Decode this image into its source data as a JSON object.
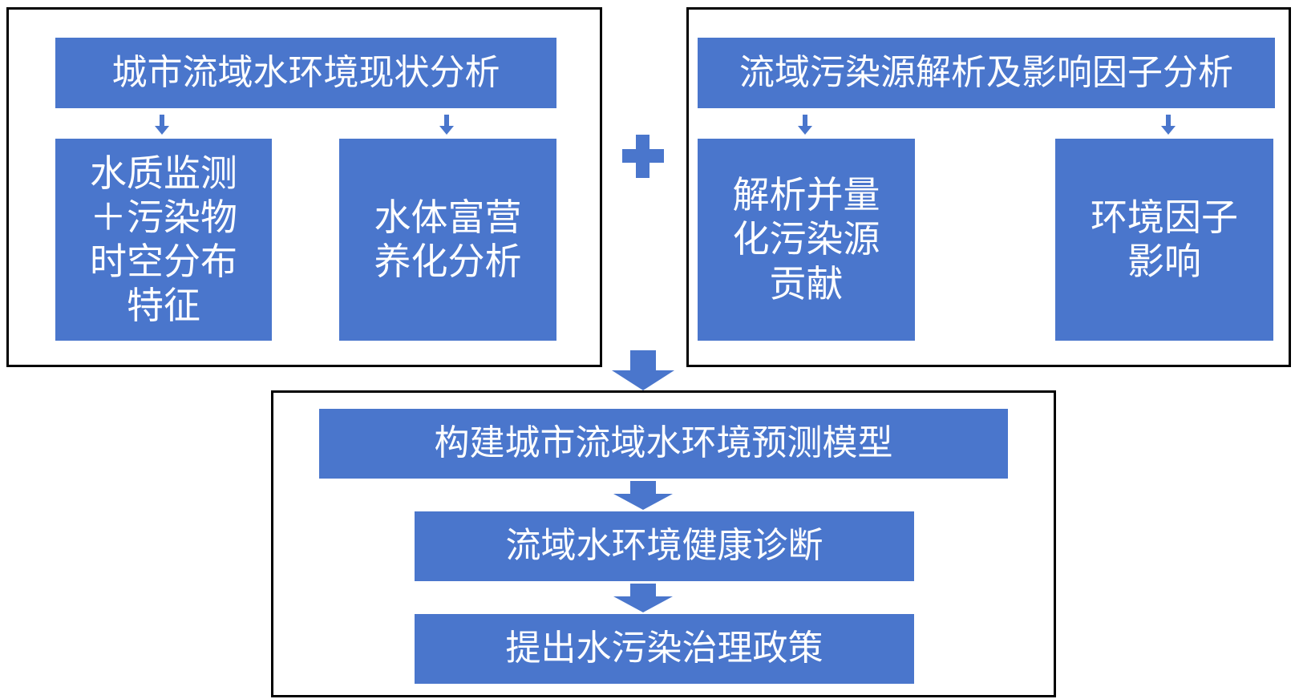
{
  "colors": {
    "box_fill": "#4a76cc",
    "box_text": "#ffffff",
    "frame_stroke": "#000000"
  },
  "left_panel": {
    "header": "城市流域水环境现状分析",
    "box_1": "水质监测＋污染物时空分布特征",
    "box_2": "水体富营养化分析"
  },
  "right_panel": {
    "header": "流域污染源解析及影响因子分析",
    "box_1": "解析并量化污染源贡献",
    "box_2": "环境因子影响"
  },
  "bottom_panel": {
    "step_1": "构建城市流域水环境预测模型",
    "step_2": "流域水环境健康诊断",
    "step_3": "提出水污染治理政策"
  },
  "icons": {
    "plus": "plus-icon",
    "merge_arrow": "arrow-down-icon"
  }
}
